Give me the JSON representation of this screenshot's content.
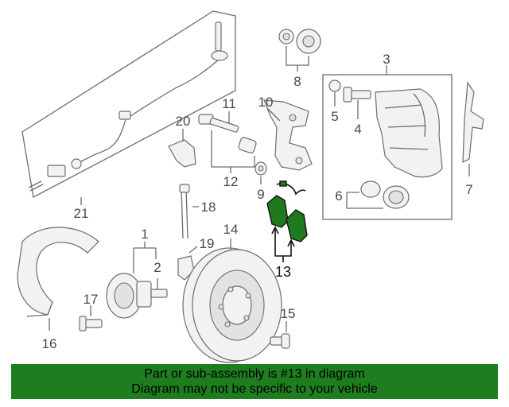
{
  "callouts": {
    "c1": "1",
    "c2": "2",
    "c3": "3",
    "c4": "4",
    "c5": "5",
    "c6": "6",
    "c7": "7",
    "c8": "8",
    "c9": "9",
    "c10": "10",
    "c11": "11",
    "c12": "12",
    "c13": "13",
    "c14": "14",
    "c15": "15",
    "c16": "16",
    "c17": "17",
    "c18": "18",
    "c19": "19",
    "c20": "20",
    "c21": "21"
  },
  "highlighted_part": "13",
  "colors": {
    "highlight": "#1f7a1f",
    "banner_bg": "#1e7d1e"
  },
  "banner": {
    "line1": "Part or sub-assembly is #13 in diagram",
    "line2": "Diagram may not be specific to your vehicle"
  }
}
